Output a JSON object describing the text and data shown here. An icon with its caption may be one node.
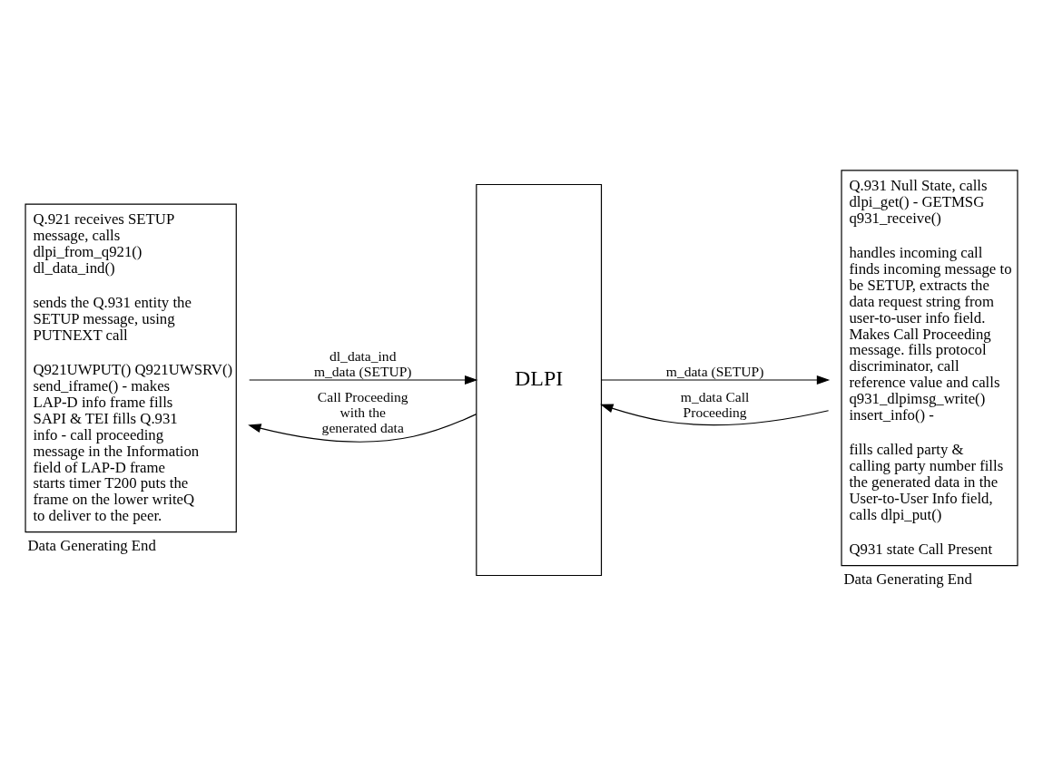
{
  "diagram": {
    "nodes": [
      {
        "text": [
          "Q.921 receives SETUP message, calls dlpi_from_q921() dl_data_ind()",
          "sends the Q.931 entity the SETUP message, using PUTNEXT call",
          "Q921UWPUT() Q921UWSRV() send_iframe() - makes LAP-D info frame fills SAPI & TEI fills Q.931 info - call proceeding message in the Information field of LAP-D frame starts timer T200 puts the frame on the lower writeQ to deliver to the peer."
        ],
        "beside": [
          "Data Generating End"
        ]
      },
      {
        "text": [
          "DLPI"
        ]
      },
      {
        "text": [
          "Q.931 Null State, calls dlpi_get() - GETMSG q931_receive()",
          "handles incoming call finds incoming message to be SETUP, extracts the data request string from user-to-user info field. Makes Call Proceeding message. fills protocol discriminator, call reference value and calls q931_dlpimsg_write() insert_info() -",
          "fills called party & calling party number fills the generated data in the User-to-User Info field, calls dlpi_put()",
          "Q931 state Call Present"
        ],
        "beside": [
          "Data Generating End"
        ]
      }
    ],
    "edges": [
      {
        "from": 0,
        "to": 1,
        "arrow": "to",
        "label": "dl_data_ind m_data (SETUP)"
      },
      {
        "from": 1,
        "to": 2,
        "arrow": "to",
        "label": "m_data (SETUP)"
      },
      {
        "from": 2,
        "to": 1,
        "arrow": "to",
        "label": "m_data Call Proceeding"
      },
      {
        "from": 1,
        "to": 0,
        "arrow": "to",
        "label": "Call Proceeding with the generated data"
      }
    ]
  }
}
